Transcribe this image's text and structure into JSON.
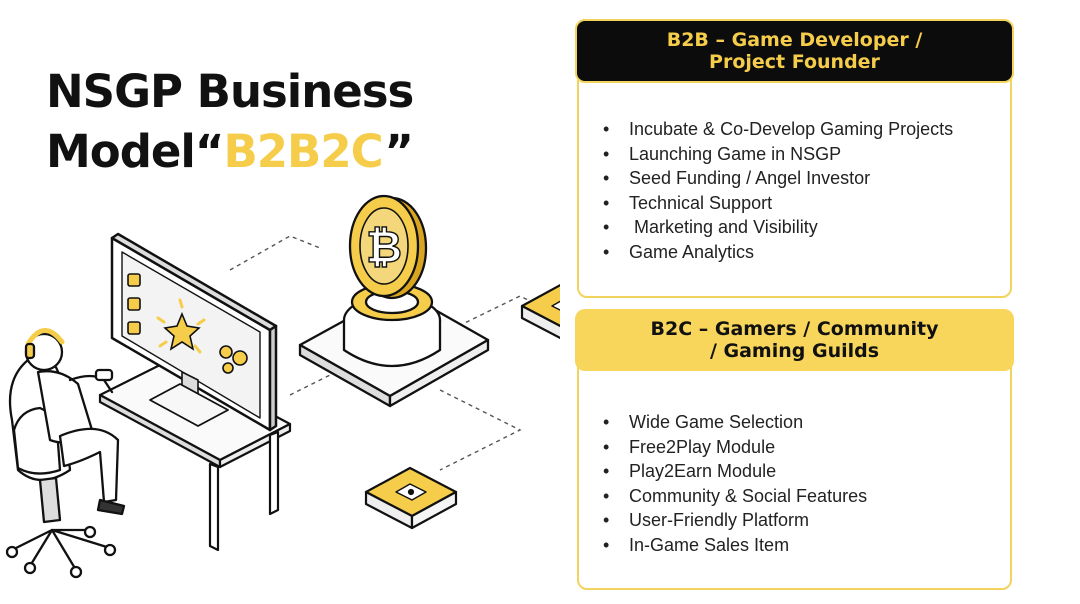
{
  "title": {
    "line1": "NSGP Business",
    "line2_prefix": "Model“",
    "line2_accent": "B2B2C",
    "line2_suffix": "”"
  },
  "b2b": {
    "header_line1": "B2B – Game Developer /",
    "header_line2": "Project Founder",
    "items": [
      "Incubate & Co-Develop Gaming Projects",
      "Launching Game in NSGP",
      "Seed Funding / Angel Investor",
      "Technical Support",
      "Marketing and Visibility",
      "Game Analytics"
    ]
  },
  "b2c": {
    "header_line1": "B2C – Gamers / Community",
    "header_line2": "/ Gaming Guilds",
    "items": [
      "Wide Game Selection",
      "Free2Play Module",
      "Play2Earn Module",
      "Community & Social Features",
      "User-Friendly Platform",
      "In-Game Sales Item"
    ]
  },
  "colors": {
    "accent_yellow": "#f5cd4a",
    "header_dark": "#0c0c0c",
    "border_yellow": "#f1d35e"
  },
  "icons": [
    "bitcoin-coin-icon",
    "gamer-at-computer-illustration",
    "server-node-icon",
    "server-node-icon"
  ]
}
